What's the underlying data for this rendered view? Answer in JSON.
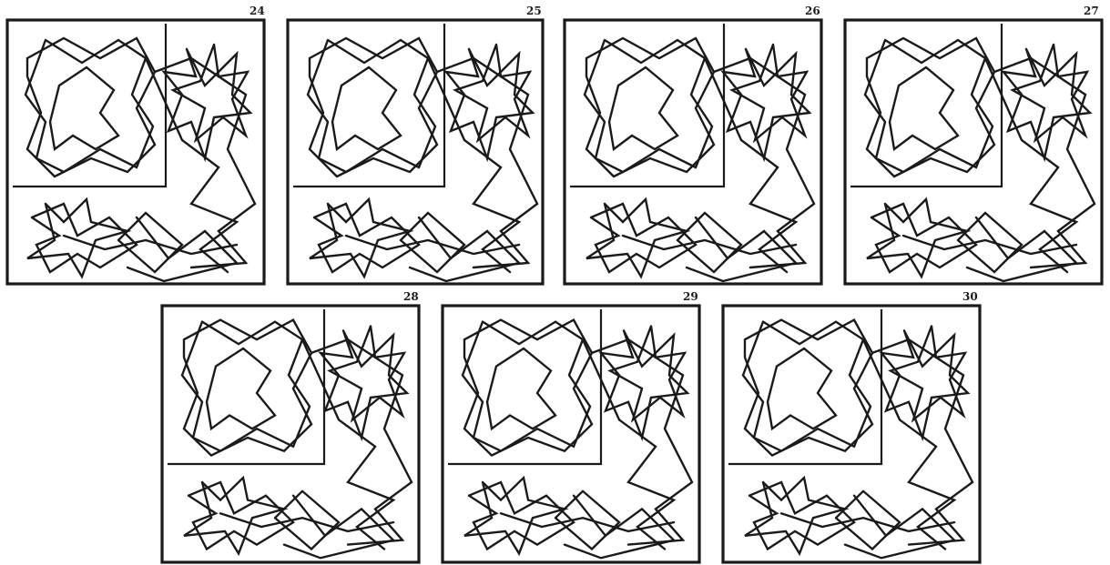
{
  "ink_color": "#1a1a1a",
  "background_color": "#ffffff",
  "panels": [
    {
      "number": "24"
    },
    {
      "number": "25"
    },
    {
      "number": "26"
    },
    {
      "number": "27"
    },
    {
      "number": "28"
    },
    {
      "number": "29"
    },
    {
      "number": "30"
    }
  ]
}
